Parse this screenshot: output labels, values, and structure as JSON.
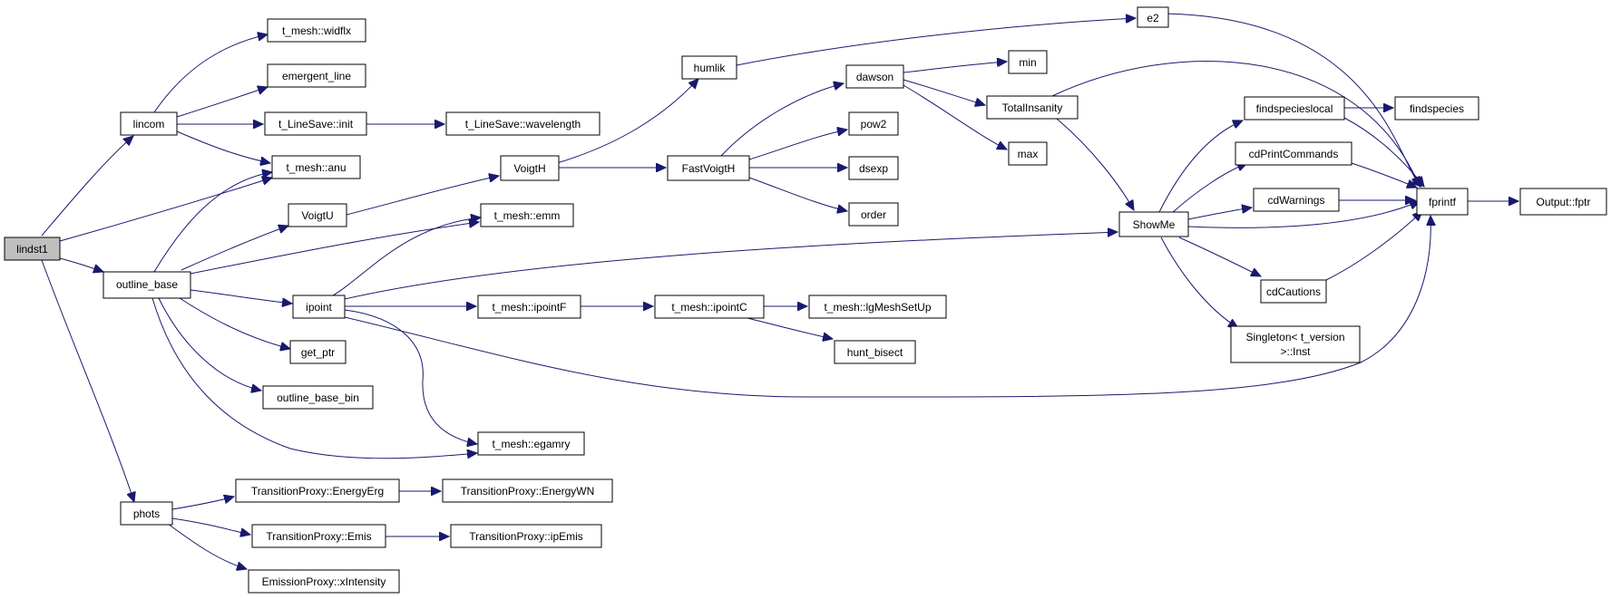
{
  "diagram": {
    "root": "lindst1",
    "nodes": {
      "lindst1": "lindst1",
      "lincom": "lincom",
      "outline_base": "outline_base",
      "phots": "phots",
      "widflx": "t_mesh::widflx",
      "emergent_line": "emergent_line",
      "ls_init": "t_LineSave::init",
      "ls_wavelength": "t_LineSave::wavelength",
      "anu": "t_mesh::anu",
      "voigtu": "VoigtU",
      "emm": "t_mesh::emm",
      "ipoint": "ipoint",
      "get_ptr": "get_ptr",
      "outline_base_bin": "outline_base_bin",
      "egamry": "t_mesh::egamry",
      "ipointF": "t_mesh::ipointF",
      "ipointC": "t_mesh::ipointC",
      "lgMeshSetUp": "t_mesh::lgMeshSetUp",
      "hunt_bisect": "hunt_bisect",
      "voigth": "VoigtH",
      "humlik": "humlik",
      "fastvoigth": "FastVoigtH",
      "dawson": "dawson",
      "pow2": "pow2",
      "dsexp": "dsexp",
      "order": "order",
      "e2": "e2",
      "min": "min",
      "max": "max",
      "totalinsanity": "TotalInsanity",
      "showme": "ShowMe",
      "findspecieslocal": "findspecieslocal",
      "findspecies": "findspecies",
      "cdprintcommands": "cdPrintCommands",
      "cdwarnings": "cdWarnings",
      "cdcautions": "cdCautions",
      "singleton_l1": "Singleton< t_version",
      "singleton_l2": ">::Inst",
      "fprintf": "fprintf",
      "output_fptr": "Output::fptr",
      "energyerg": "TransitionProxy::EnergyErg",
      "energywn": "TransitionProxy::EnergyWN",
      "emis": "TransitionProxy::Emis",
      "ipemis": "TransitionProxy::ipEmis",
      "xintensity": "EmissionProxy::xIntensity"
    },
    "edges": [
      [
        "lindst1",
        "lincom"
      ],
      [
        "lindst1",
        "anu"
      ],
      [
        "lindst1",
        "outline_base"
      ],
      [
        "lindst1",
        "phots"
      ],
      [
        "lincom",
        "widflx"
      ],
      [
        "lincom",
        "emergent_line"
      ],
      [
        "lincom",
        "ls_init"
      ],
      [
        "lincom",
        "anu"
      ],
      [
        "ls_init",
        "ls_wavelength"
      ],
      [
        "outline_base",
        "anu"
      ],
      [
        "outline_base",
        "voigtu"
      ],
      [
        "outline_base",
        "emm"
      ],
      [
        "outline_base",
        "ipoint"
      ],
      [
        "outline_base",
        "get_ptr"
      ],
      [
        "outline_base",
        "outline_base_bin"
      ],
      [
        "outline_base",
        "egamry"
      ],
      [
        "voigtu",
        "voigth"
      ],
      [
        "voigth",
        "humlik"
      ],
      [
        "voigth",
        "fastvoigth"
      ],
      [
        "humlik",
        "e2"
      ],
      [
        "fastvoigth",
        "dawson"
      ],
      [
        "fastvoigth",
        "pow2"
      ],
      [
        "fastvoigth",
        "dsexp"
      ],
      [
        "fastvoigth",
        "order"
      ],
      [
        "dawson",
        "min"
      ],
      [
        "dawson",
        "totalinsanity"
      ],
      [
        "dawson",
        "max"
      ],
      [
        "e2",
        "fprintf"
      ],
      [
        "totalinsanity",
        "fprintf"
      ],
      [
        "totalinsanity",
        "showme"
      ],
      [
        "ipoint",
        "emm"
      ],
      [
        "ipoint",
        "showme"
      ],
      [
        "ipoint",
        "ipointF"
      ],
      [
        "ipoint",
        "egamry"
      ],
      [
        "ipoint",
        "fprintf"
      ],
      [
        "ipointF",
        "ipointC"
      ],
      [
        "ipointC",
        "lgMeshSetUp"
      ],
      [
        "ipointC",
        "hunt_bisect"
      ],
      [
        "showme",
        "findspecieslocal"
      ],
      [
        "showme",
        "cdprintcommands"
      ],
      [
        "showme",
        "cdwarnings"
      ],
      [
        "showme",
        "fprintf"
      ],
      [
        "showme",
        "cdcautions"
      ],
      [
        "showme",
        "singleton"
      ],
      [
        "findspecieslocal",
        "findspecies"
      ],
      [
        "findspecieslocal",
        "fprintf"
      ],
      [
        "cdprintcommands",
        "fprintf"
      ],
      [
        "cdwarnings",
        "fprintf"
      ],
      [
        "cdcautions",
        "fprintf"
      ],
      [
        "fprintf",
        "output_fptr"
      ],
      [
        "phots",
        "energyerg"
      ],
      [
        "phots",
        "emis"
      ],
      [
        "phots",
        "xintensity"
      ],
      [
        "energyerg",
        "energywn"
      ],
      [
        "emis",
        "ipemis"
      ]
    ]
  }
}
